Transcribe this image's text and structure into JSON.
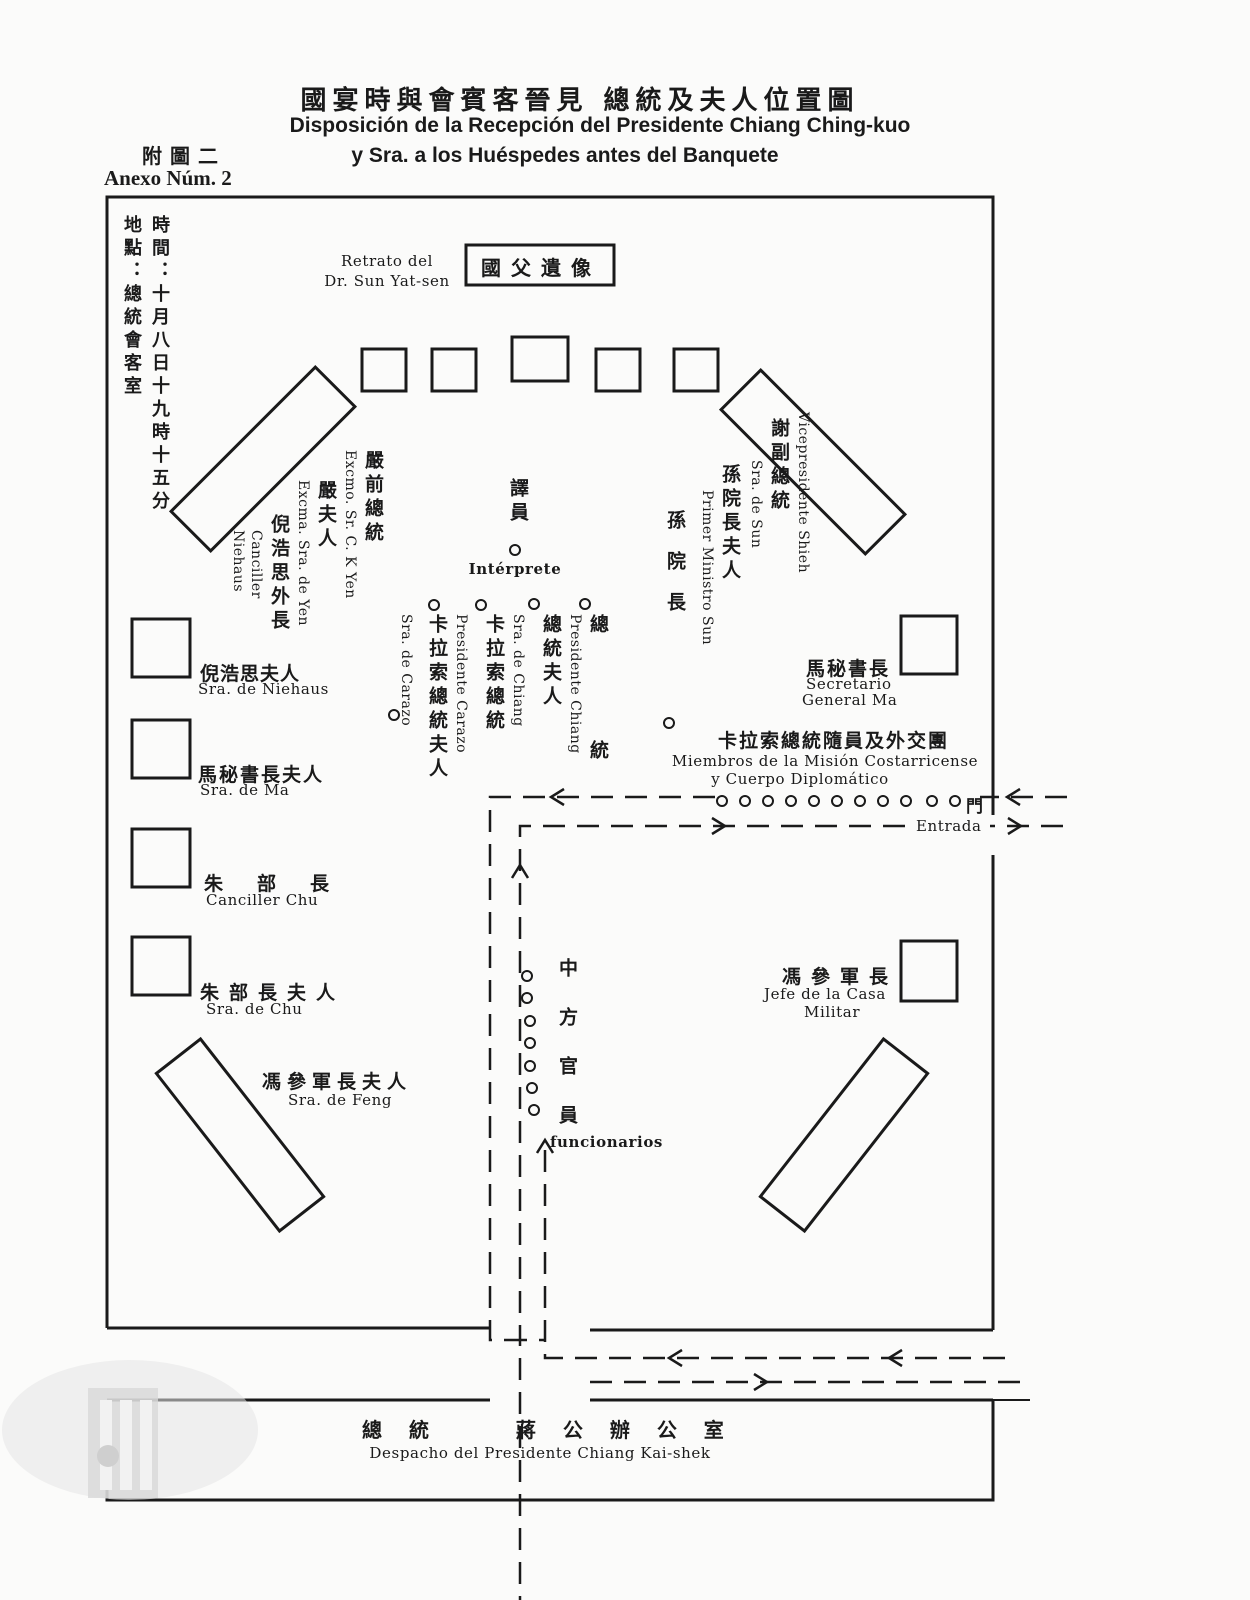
{
  "title": {
    "zh": "國宴時與會賓客晉見 總統及夫人位置圖",
    "es_line1": "Disposición de la Recepción del Presidente Chiang Ching-kuo",
    "es_line2": "y Sra. a los Huéspedes antes del Banquete"
  },
  "annex": {
    "zh": "附圖二",
    "es": "Anexo Núm. 2"
  },
  "time_place": {
    "time": "時間：十月八日十九時十五分",
    "place": "地點：總統會客室"
  },
  "portrait": {
    "plaque": "國父遺像",
    "label_line1": "Retrato del",
    "label_line2": "Dr. Sun Yat-sen"
  },
  "interpreter": {
    "zh": "譯員",
    "es": "Intérprete"
  },
  "guests": {
    "yen": {
      "zh": "嚴前總統",
      "es": "Excmo. Sr. C. K Yen"
    },
    "yen_wife": {
      "zh": "嚴夫人",
      "es": "Excma. Sra. de Yen"
    },
    "niehaus": {
      "zh": "倪浩思外長",
      "es_line1": "Canciller",
      "es_line2": "Niehaus"
    },
    "president": {
      "zh": "總統",
      "es": "Presidente Chiang"
    },
    "first_lady": {
      "zh": "總統夫人",
      "es": "Sra. de Chiang"
    },
    "carazo": {
      "zh": "卡拉索總統",
      "es": "Presidente Carazo"
    },
    "carazo_wife": {
      "zh": "卡拉索總統夫人",
      "es": "Sra. de Carazo"
    },
    "shieh": {
      "zh": "謝副總統",
      "es": "Vicepresidente Shieh"
    },
    "sun_wife": {
      "zh": "孫院長夫人",
      "es": "Sra. de Sun"
    },
    "sun": {
      "zh": "孫院長",
      "es": "Primer Ministro Sun"
    },
    "ma": {
      "zh": "馬秘書長",
      "es_line1": "Secretario",
      "es_line2": "General Ma"
    },
    "mission": {
      "zh": "卡拉索總統隨員及外交團",
      "es_line1": "Miembros de la Misión Costarricense",
      "es_line2": "y Cuerpo Diplomático"
    },
    "feng": {
      "zh": "馮參軍長",
      "es_line1": "Jefe de la Casa",
      "es_line2": "Militar"
    }
  },
  "left_seats": [
    {
      "zh": "倪浩思夫人",
      "es": "Sra. de Niehaus"
    },
    {
      "zh": "馬秘書長夫人",
      "es": "Sra. de Ma"
    },
    {
      "zh": "朱部長",
      "es": "Canciller Chu"
    },
    {
      "zh": "朱部長夫人",
      "es": "Sra. de Chu"
    }
  ],
  "feng_wife": {
    "zh": "馮參軍長夫人",
    "es": "Sra. de Feng"
  },
  "officials": {
    "zh": "中方官員",
    "es": "funcionarios"
  },
  "door": {
    "zh": "門",
    "es": "Entrada"
  },
  "office": {
    "zh": "總 統　　 蔣 公 辦 公 室",
    "es": "Despacho del Presidente Chiang Kai-shek"
  }
}
